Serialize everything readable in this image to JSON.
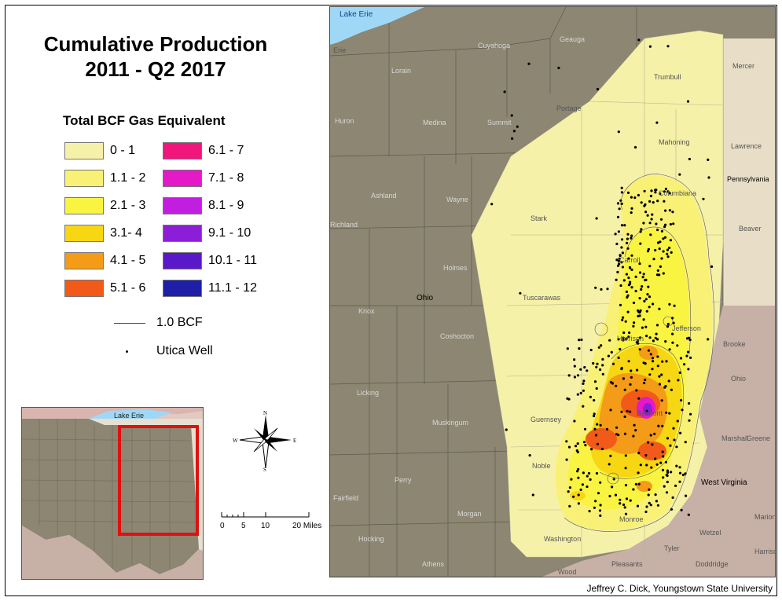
{
  "title": {
    "line1": "Cumulative Production",
    "line2": "2011 - Q2 2017"
  },
  "legend": {
    "heading": "Total BCF Gas Equivalent",
    "classes": [
      {
        "label": "0 - 1",
        "color": "#f6f1a8"
      },
      {
        "label": "1.1 - 2",
        "color": "#f8f176"
      },
      {
        "label": "2.1 - 3",
        "color": "#f9f342"
      },
      {
        "label": "3.1- 4",
        "color": "#f7d613"
      },
      {
        "label": "4.1 - 5",
        "color": "#f49b17"
      },
      {
        "label": "5.1 - 6",
        "color": "#f15a19"
      },
      {
        "label": "6.1 - 7",
        "color": "#f0167b"
      },
      {
        "label": "7.1 - 8",
        "color": "#e419c8"
      },
      {
        "label": "8.1 - 9",
        "color": "#c21ee0"
      },
      {
        "label": "9.1 - 10",
        "color": "#8d1ed7"
      },
      {
        "label": "10.1 - 11",
        "color": "#5a19c9"
      },
      {
        "label": "11.1 - 12",
        "color": "#1e1fa6"
      }
    ],
    "contour_label": "1.0 BCF",
    "well_label": "Utica Well"
  },
  "inset": {
    "lake_label": "Lake Erie"
  },
  "north_arrow": {
    "n": "N",
    "s": "S",
    "e": "E",
    "w": "W"
  },
  "scale": {
    "ticks": [
      "0",
      "5",
      "10",
      "20 Miles"
    ]
  },
  "map": {
    "lake_label": "Lake Erie",
    "state_ohio": "Ohio",
    "state_pa": "Pennsylvania",
    "state_wv": "West Virginia",
    "colors": {
      "county_fill": "#8c8672",
      "pa_fill": "#e8dec8",
      "wv_fill": "#c7b0a6",
      "lake": "#9fd8f6"
    },
    "counties": {
      "erie": "Erie",
      "lorain": "Lorain",
      "cuyahoga": "Cuyahoga",
      "geauga": "Geauga",
      "huron": "Huron",
      "medina": "Medina",
      "summit": "Summit",
      "portage": "Portage",
      "trumbull": "Trumbull",
      "mercer": "Mercer",
      "mahoning": "Mahoning",
      "lawrence": "Lawrence",
      "ashland": "Ashland",
      "wayne": "Wayne",
      "stark": "Stark",
      "columbiana": "Columbiana",
      "richland": "Richland",
      "beaver": "Beaver",
      "holmes": "Holmes",
      "carroll": "Carroll",
      "knox": "Knox",
      "tuscarawas": "Tuscarawas",
      "jefferson": "Jefferson",
      "coshocton": "Coshocton",
      "harrison": "Harrison",
      "brooke": "Brooke",
      "ohio_wv": "Ohio",
      "licking": "Licking",
      "guernsey": "Guernsey",
      "muskingum": "Muskingum",
      "belmont": "Belmont",
      "marshall": "Marshall",
      "greene": "Greene",
      "fairfield": "Fairfield",
      "perry": "Perry",
      "noble": "Noble",
      "monroe": "Monroe",
      "wetzel": "Wetzel",
      "morgan": "Morgan",
      "marion": "Marion",
      "hocking": "Hocking",
      "washington": "Washington",
      "tyler": "Tyler",
      "harrison_wv": "Harrison",
      "athens": "Athens",
      "pleasants": "Pleasants",
      "doddridge": "Doddridge",
      "wood": "Wood"
    }
  },
  "credit": "Jeffrey C. Dick, Youngstown State University"
}
